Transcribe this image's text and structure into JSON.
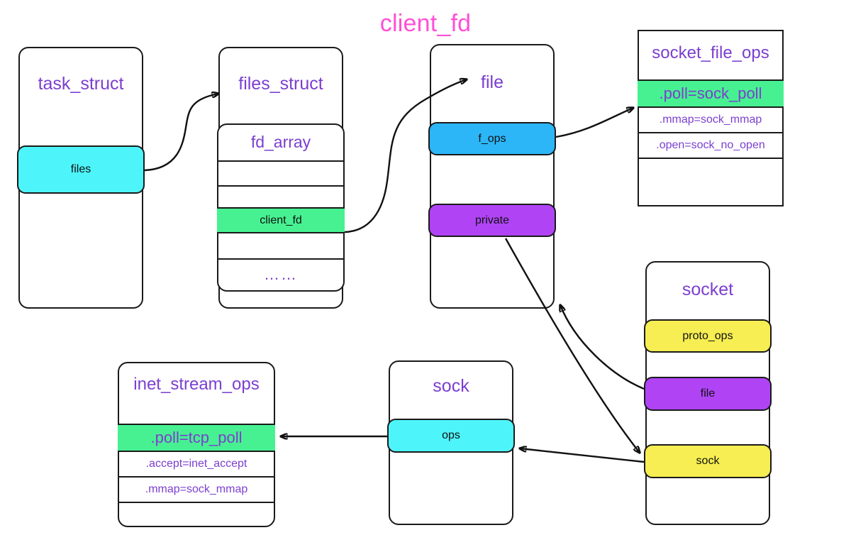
{
  "title": "client_fd",
  "colors": {
    "title_pink": "#ff4fd8",
    "label_purple": "#7b3fd0",
    "cyan": "#4df5fa",
    "blue": "#2cb6f8",
    "green": "#47f191",
    "purple": "#b044f5",
    "yellow": "#f6ee52",
    "stroke": "#111111",
    "background": "#ffffff"
  },
  "structs": {
    "task_struct": {
      "title": "task_struct",
      "fields": [
        {
          "label": "files",
          "color": "cyan"
        }
      ]
    },
    "files_struct": {
      "title": "files_struct",
      "fd_array": {
        "title": "fd_array",
        "rows": [
          {
            "label": "",
            "color": "none"
          },
          {
            "label": "",
            "color": "none"
          },
          {
            "label": "client_fd",
            "color": "green"
          },
          {
            "label": "",
            "color": "none"
          },
          {
            "label": "……",
            "color": "none"
          }
        ]
      }
    },
    "file": {
      "title": "file",
      "fields": [
        {
          "label": "f_ops",
          "color": "blue"
        },
        {
          "label": "private",
          "color": "purple"
        }
      ]
    },
    "socket_file_ops": {
      "title": "socket_file_ops",
      "rows": [
        {
          "label": ".poll=sock_poll",
          "color": "green",
          "size": "big"
        },
        {
          "label": ".mmap=sock_mmap",
          "color": "none",
          "size": "small"
        },
        {
          "label": ".open=sock_no_open",
          "color": "none",
          "size": "small"
        },
        {
          "label": "",
          "color": "none",
          "size": "small"
        }
      ]
    },
    "socket": {
      "title": "socket",
      "fields": [
        {
          "label": "proto_ops",
          "color": "yellow"
        },
        {
          "label": "file",
          "color": "purple"
        },
        {
          "label": "sock",
          "color": "yellow"
        }
      ]
    },
    "sock": {
      "title": "sock",
      "fields": [
        {
          "label": "ops",
          "color": "cyan"
        }
      ]
    },
    "inet_stream_ops": {
      "title": "inet_stream_ops",
      "rows": [
        {
          "label": ".poll=tcp_poll",
          "color": "green",
          "size": "big"
        },
        {
          "label": ".accept=inet_accept",
          "color": "none",
          "size": "small"
        },
        {
          "label": ".mmap=sock_mmap",
          "color": "none",
          "size": "small"
        },
        {
          "label": "",
          "color": "none",
          "size": "small"
        }
      ]
    }
  },
  "edges": [
    {
      "name": "files-to-files_struct",
      "from": "task_struct.files",
      "to": "files_struct"
    },
    {
      "name": "client_fd-to-file",
      "from": "files_struct.fd_array.client_fd",
      "to": "file"
    },
    {
      "name": "f_ops-to-socket_file_ops",
      "from": "file.f_ops",
      "to": "socket_file_ops.poll"
    },
    {
      "name": "private-to-socket_sock",
      "from": "file.private",
      "to": "socket.sock"
    },
    {
      "name": "socket_file-to-file",
      "from": "socket.file",
      "to": "file"
    },
    {
      "name": "socket_sock-to-sock_ops",
      "from": "socket.sock",
      "to": "sock.ops"
    },
    {
      "name": "sock_ops-to-inet_stream_ops",
      "from": "sock.ops",
      "to": "inet_stream_ops.poll"
    }
  ]
}
